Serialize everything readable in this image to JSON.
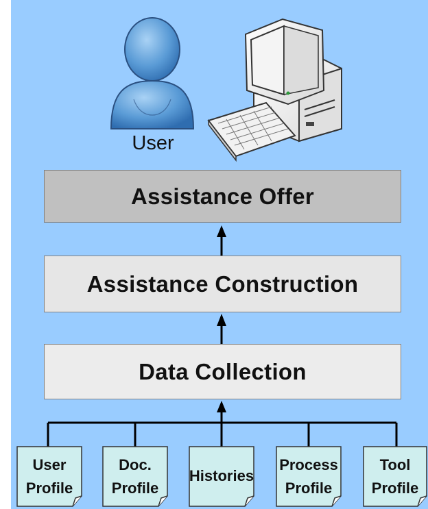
{
  "user": {
    "label": "User"
  },
  "layers": {
    "offer": "Assistance Offer",
    "construction": "Assistance Construction",
    "collection": "Data Collection"
  },
  "documents": [
    {
      "line1": "User",
      "line2": "Profile"
    },
    {
      "line1": "Doc.",
      "line2": "Profile"
    },
    {
      "line1": "Histories",
      "line2": ""
    },
    {
      "line1": "Process",
      "line2": "Profile"
    },
    {
      "line1": "Tool",
      "line2": "Profile"
    }
  ]
}
